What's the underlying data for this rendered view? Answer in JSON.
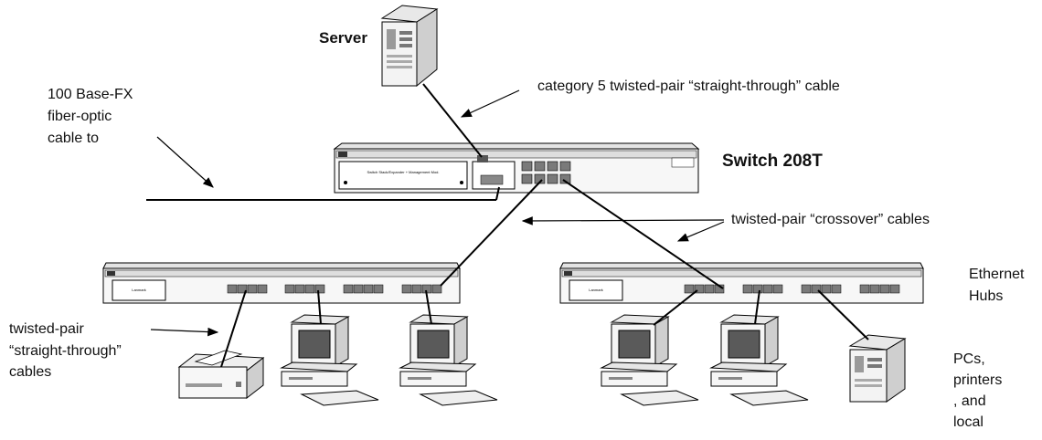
{
  "labels": {
    "server": "Server",
    "fiber_line1": "100 Base-FX",
    "fiber_line2": "fiber-optic",
    "fiber_line3": "cable to",
    "cat5_cable": "category 5 twisted-pair “straight-through” cable",
    "switch": "Switch 208T",
    "crossover": "twisted-pair “crossover” cables",
    "hubs_line1": "Ethernet",
    "hubs_line2": "Hubs",
    "tp_line1": "twisted-pair",
    "tp_line2": "“straight-through”",
    "tp_line3": "cables",
    "pcs_line1": "PCs,",
    "pcs_line2": "printers",
    "pcs_line3": ", and",
    "pcs_line4": "local"
  },
  "devices": {
    "switch_panel_text": "Switch Stack/Expander + Management Mod.",
    "hub_panel_text": "Lanmark"
  },
  "colors": {
    "line": "#000000",
    "device_fill": "#f2f2f2",
    "device_shade": "#d9d9d9",
    "port_fill": "#7a7a7a"
  }
}
